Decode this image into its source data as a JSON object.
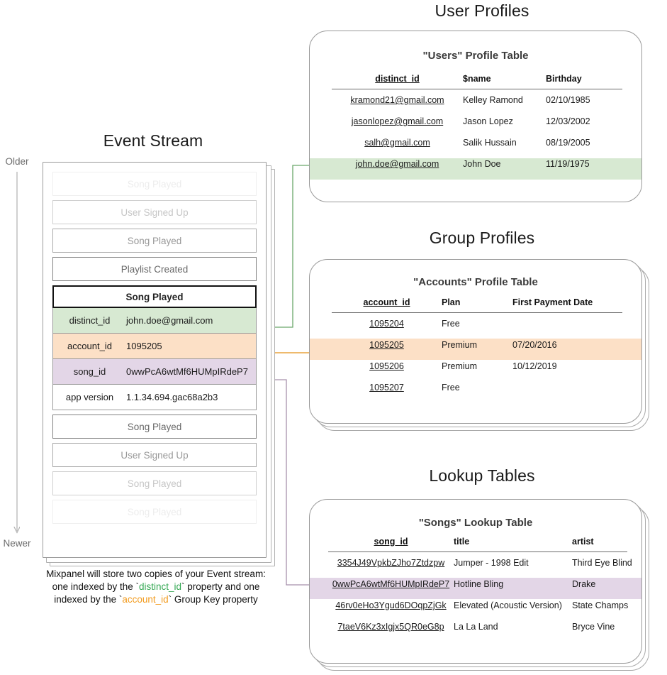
{
  "sections": {
    "event_stream": {
      "title": "Event Stream",
      "timeline": {
        "older": "Older",
        "newer": "Newer"
      },
      "events": [
        {
          "label": "Song Played",
          "fade": "f-10"
        },
        {
          "label": "User Signed Up",
          "fade": "f-30"
        },
        {
          "label": "Song Played",
          "fade": "f-55"
        },
        {
          "label": "Playlist Created",
          "fade": "f-80"
        }
      ],
      "expanded_event": {
        "name": "Song Played",
        "properties": [
          {
            "key": "distinct_id",
            "value": "john.doe@gmail.com",
            "highlight": "green"
          },
          {
            "key": "account_id",
            "value": "1095205",
            "highlight": "orange"
          },
          {
            "key": "song_id",
            "value": "0wwPcA6wtMf6HUMpIRdeP7",
            "highlight": "purple"
          },
          {
            "key": "app version",
            "value": "1.1.34.694.gac68a2b3",
            "highlight": "none"
          }
        ]
      },
      "events_after": [
        {
          "label": "Song Played",
          "fade": "f-80"
        },
        {
          "label": "User Signed Up",
          "fade": "f-55"
        },
        {
          "label": "Song Played",
          "fade": "f-30"
        },
        {
          "label": "Song Played",
          "fade": "f-10"
        }
      ],
      "caption": {
        "line1": "Mixpanel will store two copies of your Event stream:",
        "line2_pre": "one indexed by the `",
        "line2_token": "distinct_id",
        "line2_post": "` property and one",
        "line3_pre": "indexed by the `",
        "line3_token": "account_id",
        "line3_post": "` Group Key property"
      }
    },
    "user_profiles": {
      "title": "User Profiles",
      "table_title": "\"Users\" Profile Table",
      "columns": [
        "distinct_id",
        "$name",
        "Birthday"
      ],
      "rows": [
        {
          "cells": [
            "kramond21@gmail.com",
            "Kelley Ramond",
            "02/10/1985"
          ],
          "highlight": "none"
        },
        {
          "cells": [
            "jasonlopez@gmail.com",
            "Jason Lopez",
            "12/03/2002"
          ],
          "highlight": "none"
        },
        {
          "cells": [
            "salh@gmail.com",
            "Salik Hussain",
            "08/19/2005"
          ],
          "highlight": "none"
        },
        {
          "cells": [
            "john.doe@gmail.com",
            "John Doe",
            "11/19/1975"
          ],
          "highlight": "green"
        }
      ]
    },
    "group_profiles": {
      "title": "Group Profiles",
      "table_title": "\"Accounts\" Profile Table",
      "columns": [
        "account_id",
        "Plan",
        "First Payment Date"
      ],
      "rows": [
        {
          "cells": [
            "1095204",
            "Free",
            ""
          ],
          "highlight": "none"
        },
        {
          "cells": [
            "1095205",
            "Premium",
            "07/20/2016"
          ],
          "highlight": "orange"
        },
        {
          "cells": [
            "1095206",
            "Premium",
            "10/12/2019"
          ],
          "highlight": "none"
        },
        {
          "cells": [
            "1095207",
            "Free",
            ""
          ],
          "highlight": "none"
        }
      ]
    },
    "lookup_tables": {
      "title": "Lookup Tables",
      "table_title": "\"Songs\" Lookup Table",
      "columns": [
        "song_id",
        "title",
        "artist"
      ],
      "rows": [
        {
          "cells": [
            "3354J49VpkbZJho7Ztdzpw",
            "Jumper - 1998 Edit",
            "Third Eye Blind"
          ],
          "highlight": "none"
        },
        {
          "cells": [
            "0wwPcA6wtMf6HUMpIRdeP7",
            "Hotline Bling",
            "Drake"
          ],
          "highlight": "purple"
        },
        {
          "cells": [
            "46rv0eHo3Ygud6DOqpZjGk",
            "Elevated (Acoustic Version)",
            "State Champs"
          ],
          "highlight": "none"
        },
        {
          "cells": [
            "7taeV6Kz3xIgjx5QR0eG8p",
            "La La Land",
            "Bryce Vine"
          ],
          "highlight": "none"
        }
      ]
    }
  },
  "colors": {
    "green": "#d7e9d2",
    "orange": "#fce0c6",
    "purple": "#e3d6e7",
    "green_line": "#6aa86a",
    "orange_line": "#e8a33d",
    "purple_line": "#a791ac",
    "border": "#9a9a9a"
  }
}
